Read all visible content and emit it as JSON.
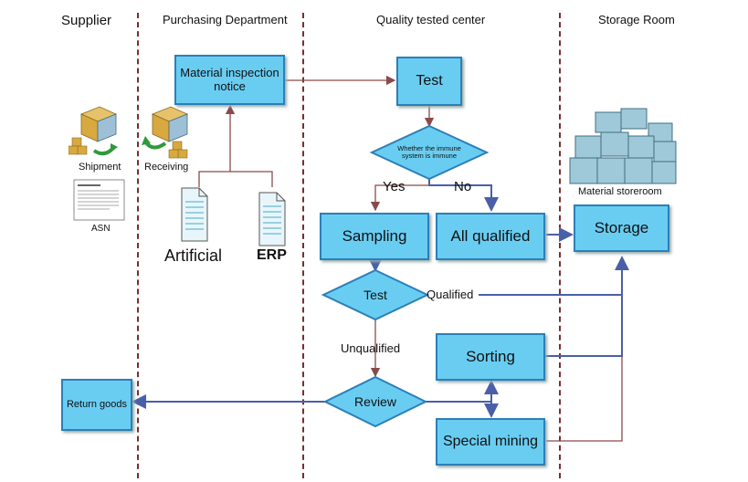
{
  "lanes": {
    "supplier": "Supplier",
    "purchasing": "Purchasing Department",
    "quality": "Quality tested center",
    "storage": "Storage Room"
  },
  "nodes": {
    "notice": "Material inspection notice",
    "test_top": "Test",
    "immune_check": "Whether the immune system is immune",
    "sampling": "Sampling",
    "all_qualified": "All qualified",
    "storage": "Storage",
    "test_diamond": "Test",
    "sorting": "Sorting",
    "review": "Review",
    "special_mining": "Special mining",
    "return_goods": "Return goods"
  },
  "edge_labels": {
    "yes": "Yes",
    "no": "No",
    "qualified": "Qualified",
    "unqualified": "Unqualified"
  },
  "icon_labels": {
    "shipment": "Shipment",
    "receiving": "Receiving",
    "asn": "ASN",
    "artificial": "Artificial",
    "erp": "ERP",
    "storeroom": "Material storeroom"
  },
  "colors": {
    "box_fill": "#69cdf2",
    "box_border": "#2c7fb8",
    "divider": "#7a2e2e",
    "line_brown": "#8a4a4a",
    "line_blue": "#4a5fa8"
  }
}
